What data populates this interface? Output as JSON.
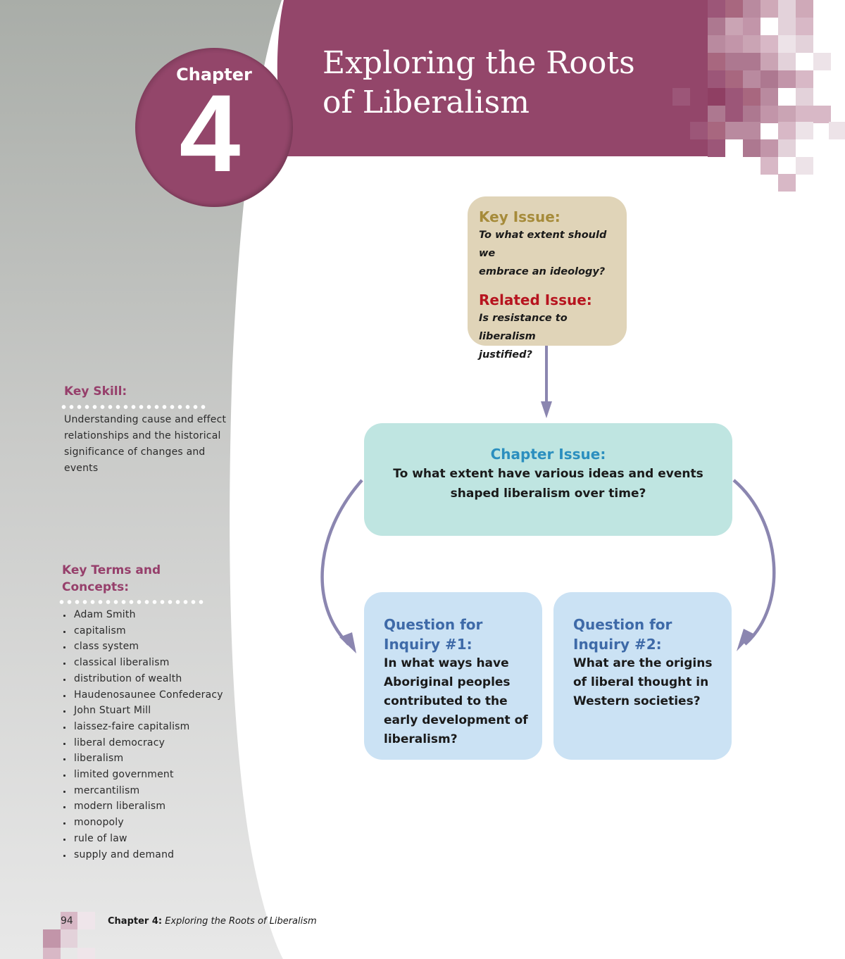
{
  "header": {
    "chapter_label": "Chapter",
    "chapter_number": "4",
    "title_line1": "Exploring the Roots",
    "title_line2": "of Liberalism"
  },
  "colors": {
    "brand_plum": "#93466a",
    "sidebar_gray_top": "#a9ada8",
    "sidebar_gray_bottom": "#e6e6e6",
    "key_box_bg": "#e0d4b8",
    "key_heading": "#a68b3a",
    "related_heading": "#b7141f",
    "chapter_box_bg": "#bfe5e1",
    "chapter_heading": "#2b8fbf",
    "question_box_bg": "#cbe2f4",
    "question_heading": "#3e6aa8",
    "arrow": "#8b86b0"
  },
  "diagram": {
    "key_issue": {
      "heading": "Key Issue:",
      "text_line1": "To what extent should we",
      "text_line2": "embrace an ideology?"
    },
    "related_issue": {
      "heading": "Related Issue:",
      "text_line1": "Is resistance to liberalism",
      "text_line2": "justified?"
    },
    "chapter_issue": {
      "heading": "Chapter Issue:",
      "text_line1": "To what extent have various ideas and events",
      "text_line2": "shaped liberalism over time?"
    },
    "questions": [
      {
        "heading_line1": "Question for",
        "heading_line2": "Inquiry #1:",
        "lines": [
          "In what ways have",
          "Aboriginal peoples",
          "contributed to the",
          "early development of",
          "liberalism?"
        ]
      },
      {
        "heading_line1": "Question for",
        "heading_line2": "Inquiry #2:",
        "lines": [
          "What are the origins",
          "of liberal thought in",
          "Western societies?"
        ]
      }
    ]
  },
  "sidebar": {
    "key_skill": {
      "heading": "Key Skill:",
      "lines": [
        "Understanding cause and effect",
        "relationships and the historical",
        "significance of changes and",
        "events"
      ]
    },
    "key_terms": {
      "heading_line1": "Key Terms and",
      "heading_line2": "Concepts:",
      "items": [
        "Adam Smith",
        "capitalism",
        "class system",
        "classical liberalism",
        "distribution of wealth",
        "Haudenosaunee Confederacy",
        "John Stuart Mill",
        "laissez-faire capitalism",
        "liberal democracy",
        "liberalism",
        "limited government",
        "mercantilism",
        "modern liberalism",
        "monopoly",
        "rule of law",
        "supply and demand"
      ]
    }
  },
  "footer": {
    "page_number": "94",
    "chapter_ref": "Chapter 4:",
    "chapter_title": " Exploring the Roots of Liberalism"
  }
}
